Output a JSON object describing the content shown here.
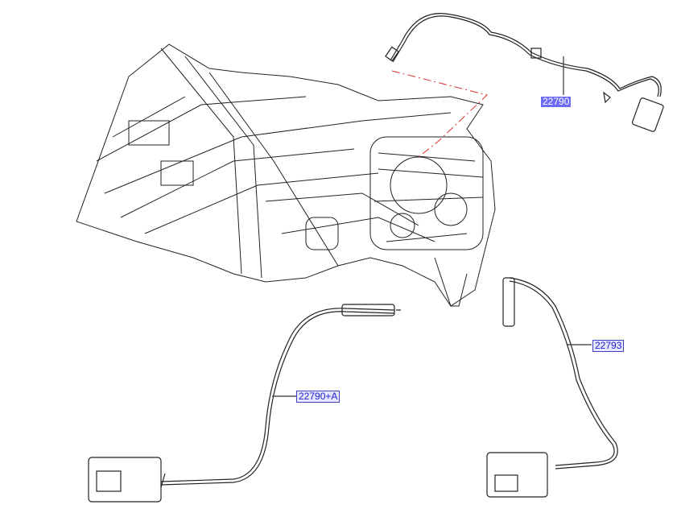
{
  "callouts": [
    {
      "part": "22790",
      "state": "selected"
    },
    {
      "part": "22793",
      "state": "normal"
    },
    {
      "part": "22790+A",
      "state": "normal"
    }
  ],
  "colors": {
    "selected_bg": "#6b6bf5",
    "label_text": "#2020d0",
    "label_bg": "#e6e6ff",
    "leader_dash": "#e03030",
    "line": "#222222"
  }
}
